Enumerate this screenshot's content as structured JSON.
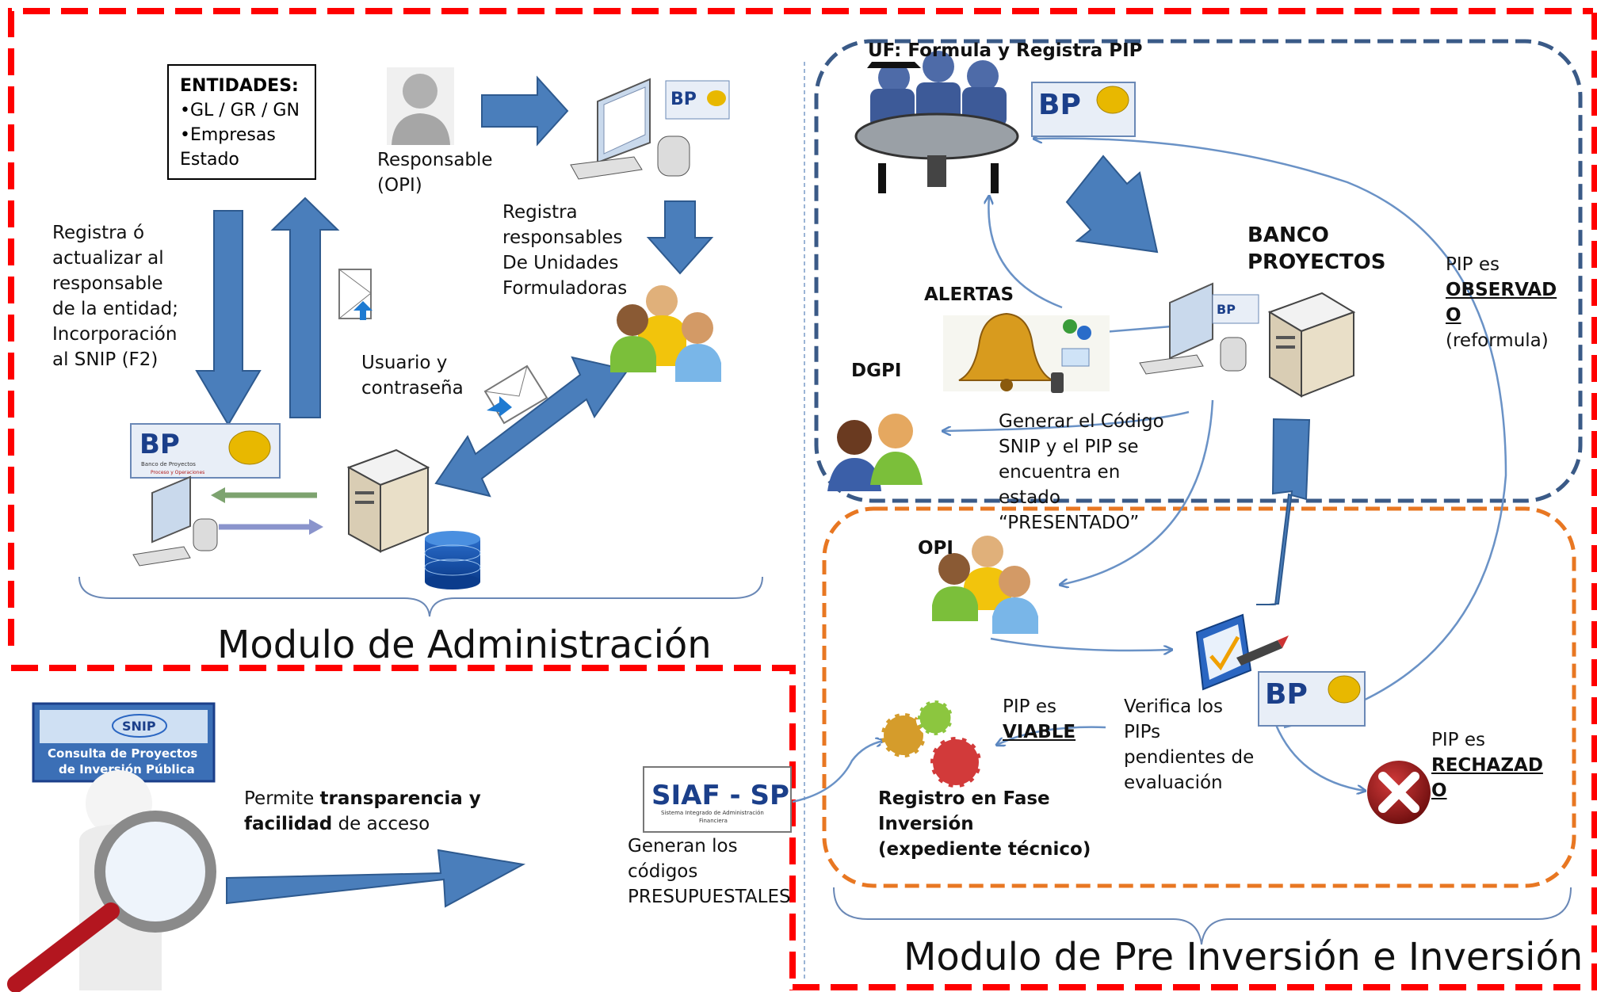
{
  "entidades": {
    "title": "ENTIDADES:",
    "items": [
      "•GL / GR / GN",
      "•Empresas"
    ],
    "last": "Estado"
  },
  "labels": {
    "responsable_opi": [
      "Responsable",
      "(OPI)"
    ],
    "registra_actualizar": [
      "Registra ó",
      "actualizar al",
      "responsable",
      "de la entidad;",
      "Incorporación",
      "al SNIP (F2)"
    ],
    "registra_responsables": [
      "Registra",
      "responsables",
      "De Unidades",
      "Formuladoras"
    ],
    "usuario": [
      "Usuario y",
      "contraseña"
    ],
    "uf": "UF: Formula y Registra PIP",
    "banco": [
      "BANCO",
      "PROYECTOS"
    ],
    "alertas": "ALERTAS",
    "dgpi": "DGPI",
    "observado": [
      "PIP es",
      "OBSERVAD",
      "O",
      "(reformula)"
    ],
    "generar": [
      "Generar el Código",
      "SNIP y el PIP se",
      "encuentra en",
      "estado",
      "“PRESENTADO”"
    ],
    "opi": "OPI",
    "viable": [
      "PIP es",
      "VIABLE"
    ],
    "verifica": [
      "Verifica los",
      "PIPs",
      "pendientes de",
      "evaluación"
    ],
    "rechazado": [
      "PIP es",
      "RECHAZAD",
      "O"
    ],
    "registro_fase": [
      "Registro en Fase",
      "Inversión",
      "(expediente técnico)"
    ],
    "transparencia": {
      "p1": "Permite ",
      "b1": "transparencia y",
      "b2": "facilidad",
      "p2": " de acceso"
    },
    "generan": [
      "Generan los",
      "códigos",
      "PRESUPUESTALES"
    ]
  },
  "logos": {
    "bp": "BP",
    "bp_sub1": "Banco de Proyectos",
    "bp_sub2": "Proceso y Operaciones",
    "siaf": "SIAF - SP",
    "siaf_sub": "Sistema Integrado de Administración Financiera",
    "snip_tag": "SNIP",
    "snip_line1": "Consulta de Proyectos",
    "snip_line2": "de Inversión Pública"
  },
  "modules": {
    "admin": "Modulo de Administración",
    "preinv": "Modulo de Pre Inversión e Inversión"
  },
  "colors": {
    "red_dash": "#ff0000",
    "navy_dash": "#3a5a87",
    "orange_dash": "#e87722",
    "arrow_fill": "#4a7ebb",
    "arrow_stroke": "#2e5a8f",
    "line_blue": "#6a92c6"
  }
}
